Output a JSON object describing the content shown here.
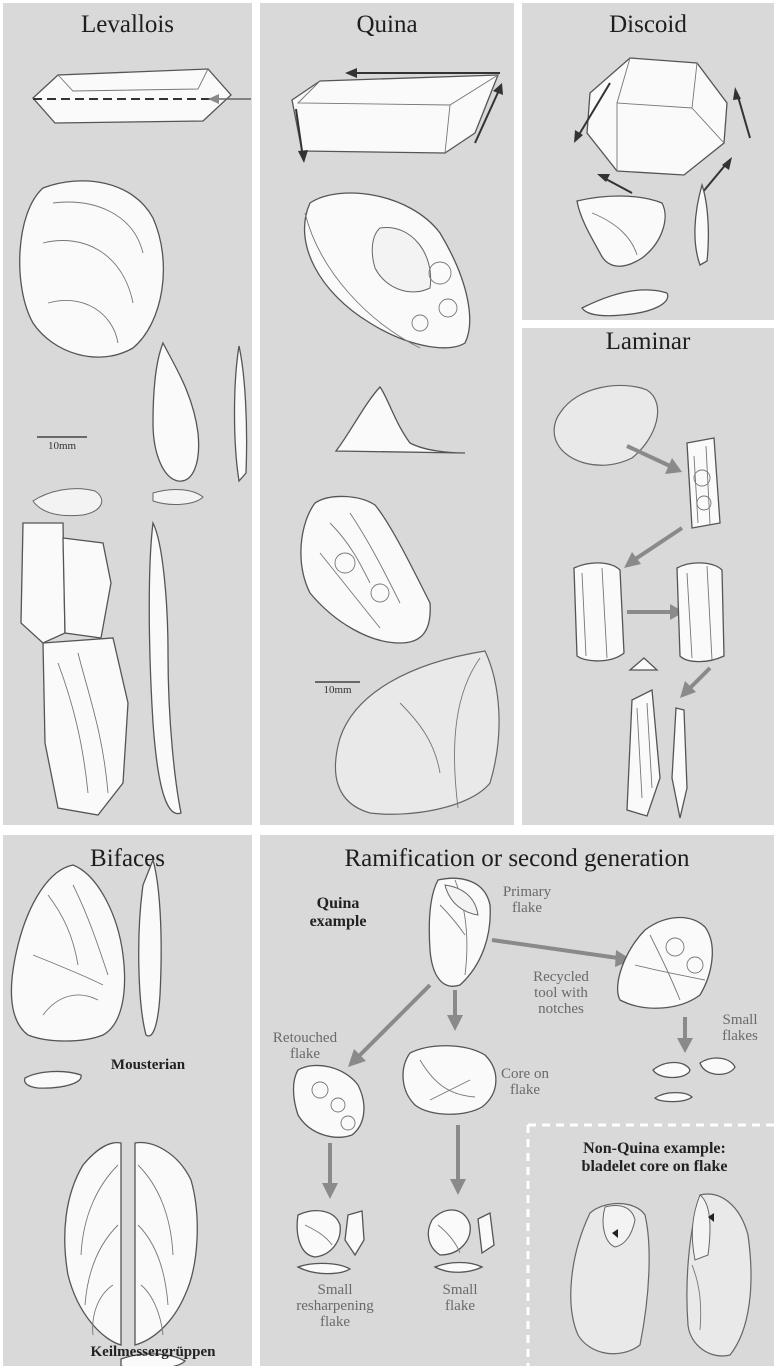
{
  "panels": {
    "levallois": {
      "title": "Levallois",
      "scale": "10mm"
    },
    "quina": {
      "title": "Quina",
      "scale": "10mm"
    },
    "discoid": {
      "title": "Discoid"
    },
    "laminar": {
      "title": "Laminar"
    },
    "bifaces": {
      "title": "Bifaces",
      "mousterian": "Mousterian",
      "keilmesser": "Keilmessergrüppen"
    },
    "ramification": {
      "title": "Ramification or second generation",
      "quina_example": "Quina\nexample",
      "primary_flake": "Primary\nflake",
      "recycled_tool": "Recycled\ntool with\nnotches",
      "small_flakes": "Small\nflakes",
      "retouched_flake": "Retouched\nflake",
      "core_on_flake": "Core on\nflake",
      "small_resharpening": "Small\nresharpening\nflake",
      "small_flake": "Small\nflake",
      "non_quina": "Non-Quina example:\nbladelet core on flake"
    }
  }
}
